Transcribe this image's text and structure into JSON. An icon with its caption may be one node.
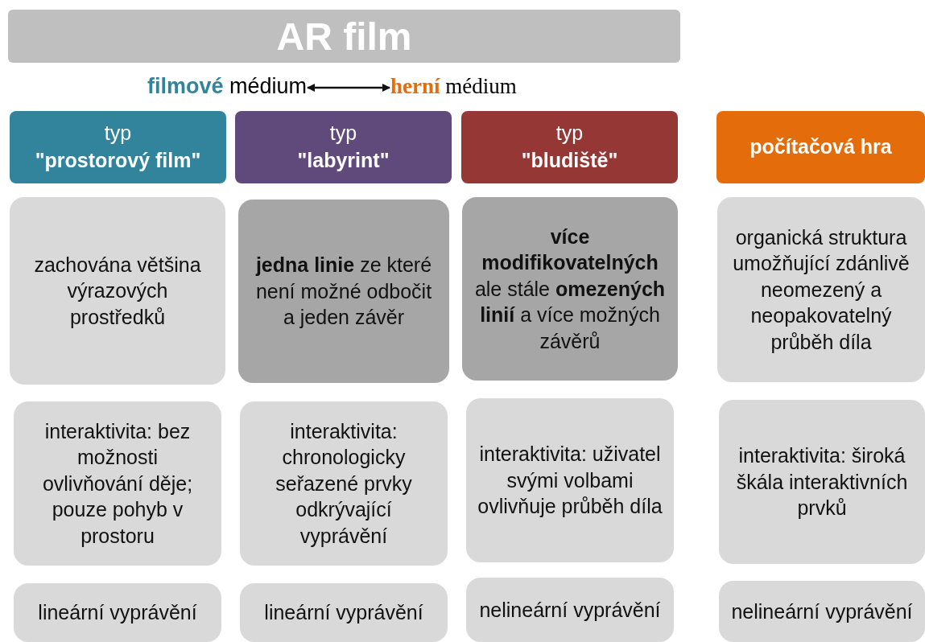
{
  "diagram": {
    "title": "AR film",
    "nodes": [
      {
        "text": [
          "**filmové** médium"
        ]
      },
      {
        "text": [
          "**herní** médium"
        ]
      },
      {
        "text": [
          "typ",
          "\"prostorový film\""
        ]
      },
      {
        "text": [
          "typ",
          "\"labyrint\""
        ]
      },
      {
        "text": [
          "typ",
          "\"bludiště\""
        ]
      },
      {
        "text": [
          "počítačová hra"
        ]
      },
      {
        "text": [
          "zachována většina výrazových prostředků"
        ]
      },
      {
        "text": [
          "**jedna linie** ze které není možné odbočit a jeden závěr"
        ]
      },
      {
        "text": [
          "**více modifikovatelných** ale stále **omezených linií** a více možných závěrů"
        ]
      },
      {
        "text": [
          "organická struktura umožňující zdánlivě neomezený a neopakovatelný průběh díla"
        ]
      },
      {
        "text": [
          "interaktivita: bez možnosti ovlivňování děje; pouze pohyb v prostoru"
        ]
      },
      {
        "text": [
          "interaktivita: chronologicky seřazené prvky odkrývající vyprávění"
        ]
      },
      {
        "text": [
          "interaktivita: uživatel svými volbami ovlivňuje průběh díla"
        ]
      },
      {
        "text": [
          "interaktivita: široká škála interaktivních prvků"
        ]
      },
      {
        "text": [
          "lineární vyprávění"
        ]
      },
      {
        "text": [
          "lineární vyprávění"
        ]
      },
      {
        "text": [
          "nelineární vyprávění"
        ]
      },
      {
        "text": [
          "nelineární vyprávění"
        ]
      }
    ],
    "edges": [
      {
        "from": 0,
        "to": 1,
        "arrow": "both"
      }
    ]
  }
}
